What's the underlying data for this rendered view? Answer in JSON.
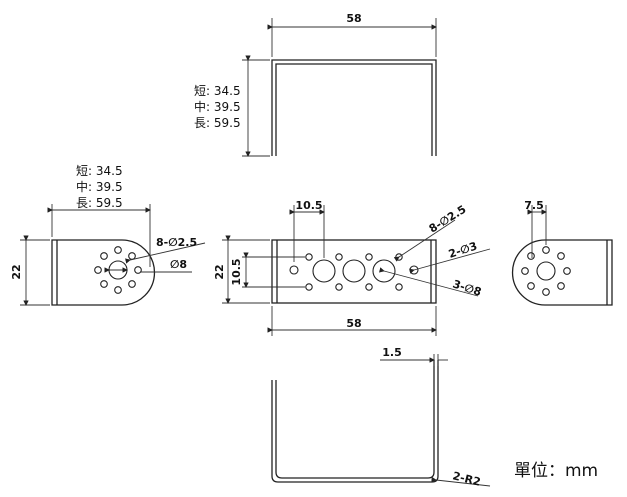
{
  "dimensions": {
    "top_width": "58",
    "top_length_notes": [
      "短: 34.5",
      "中: 39.5",
      "長: 59.5"
    ],
    "side_length_notes": [
      "短: 34.5",
      "中: 39.5",
      "長: 59.5"
    ],
    "side_height": "22",
    "side_holes": "8-∅2.5",
    "side_center_hole": "∅8",
    "front_pitch": "10.5",
    "front_height": "22",
    "front_inner": "10.5",
    "front_small_holes": "8-∅2.5",
    "front_mid_holes": "2-∅3",
    "front_big_holes": "3-∅8",
    "front_width": "58",
    "right_pitch": "7.5",
    "thickness": "1.5",
    "bend_radius": "2-R2"
  },
  "unit_label": "單位：mm"
}
